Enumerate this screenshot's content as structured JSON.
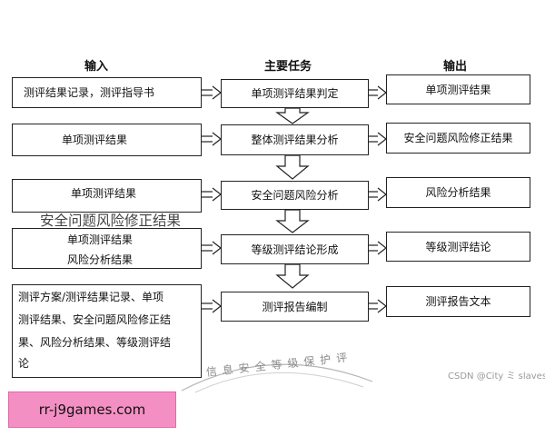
{
  "headers": {
    "input": "输入",
    "task": "主要任务",
    "output": "输出"
  },
  "rows": [
    {
      "input_lines": [
        "测评结果记录，测评指导书"
      ],
      "task": "单项测评结果判定",
      "output": "单项测评结果"
    },
    {
      "input_lines": [
        "单项测评结果"
      ],
      "task": "整体测评结果分析",
      "output": "安全问题风险修正结果"
    },
    {
      "input_lines": [
        "单项测评结果"
      ],
      "task": "安全问题风险分析",
      "output": "风险分析结果"
    },
    {
      "input_lines": [
        "单项测评结果",
        "风险分析结果"
      ],
      "task": "等级测评结论形成",
      "output": "等级测评结论"
    },
    {
      "input_lines": [
        "测评方案/测评结果记录、单项",
        "测评结果、安全问题风险修正结",
        "果、风险分析结果、等级测评结",
        "论"
      ],
      "task": "测评报告编制",
      "output": "测评报告文本"
    }
  ],
  "overlay_text": "安全问题风险修正结果",
  "stamp_text": "信息安全等级保护评",
  "watermark": "CSDN @City ミ slaves",
  "promo": {
    "label": "rr-j9games.com",
    "color": "#f48fc4"
  },
  "colors": {
    "stroke": "#222222",
    "background": "#ffffff"
  }
}
